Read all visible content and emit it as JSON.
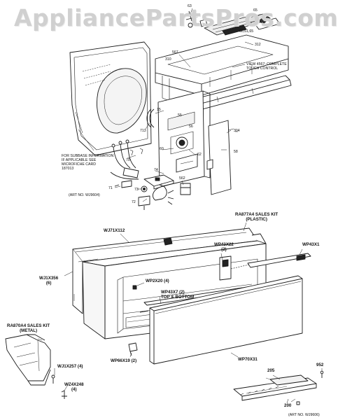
{
  "watermark": "AppliancePartsPros.com",
  "callouts": {
    "c63": "63",
    "c65": "65",
    "c60": "60,61,65",
    "c312": "312",
    "c567": "567",
    "c310": "310",
    "note_view": [
      "VIEW 4567: COMPLETE",
      "TOUCH CONTROL"
    ],
    "c15": "15",
    "c713": "713",
    "c304": "304",
    "c55": "55",
    "c56": "56",
    "c62": "62",
    "c60b": "60",
    "c58": "58",
    "c74": "74",
    "c70": "70",
    "c562": "562",
    "c71": "71",
    "c72": "72",
    "c73": "73",
    "note_subbase": [
      "FOR SUBBASE INFORMATION",
      "IF APPLICABLE SEE",
      "MICROFICHE CARD",
      "187013"
    ]
  },
  "art_top": "(ART NO. WJ9604)",
  "art_bottom": "(ART NO. WJ9606)",
  "parts": {
    "sales_kit_plastic": [
      "RA877A4 SALES KIT",
      "(PLASTIC)"
    ],
    "wj71x112": "WJ71X112",
    "wp43x1": "WP43X1",
    "wp43x22": [
      "WP43X22",
      "(2)"
    ],
    "wj1x356": [
      "WJ1X356",
      "(6)"
    ],
    "wp2x20": "WP2X20 (4)",
    "wp43x7": [
      "WP43X7 (2)",
      "TOP & BOTTOM"
    ],
    "sales_kit_metal": [
      "RA870A4 SALES KIT",
      "(METAL)"
    ],
    "wj1x257": "WJ1X257 (4)",
    "wz4x248": [
      "WZ4X248",
      "(4)"
    ],
    "wp66x19": "WP66X19 (2)",
    "wp70x31": "WP70X31",
    "n205": "205",
    "n952": "952",
    "n200": "200"
  }
}
